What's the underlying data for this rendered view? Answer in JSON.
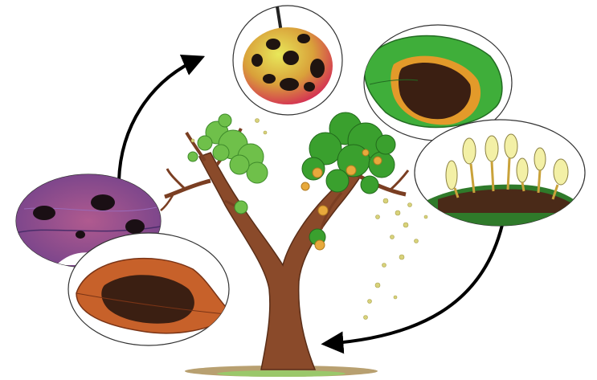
{
  "diagram": {
    "type": "disease-cycle-illustration",
    "stages": [
      {
        "id": "scab-on-fruit",
        "icon": "spotted-apple-icon"
      },
      {
        "id": "lesion-on-green-leaf",
        "icon": "infected-leaf-icon"
      },
      {
        "id": "spore-structures",
        "icon": "conidiophores-icon"
      },
      {
        "id": "overwintering-fallen-leaf",
        "icon": "dead-leaf-icon"
      },
      {
        "id": "spots-on-tissue",
        "icon": "spotted-tissue-icon"
      }
    ],
    "colors": {
      "trunk": "#8a4a2a",
      "foliage": "#3aa02e",
      "fruit": "#e7a93c",
      "lesion": "#3b1f12",
      "tissue": "#7b4a8e",
      "arrow": "#000000"
    }
  }
}
